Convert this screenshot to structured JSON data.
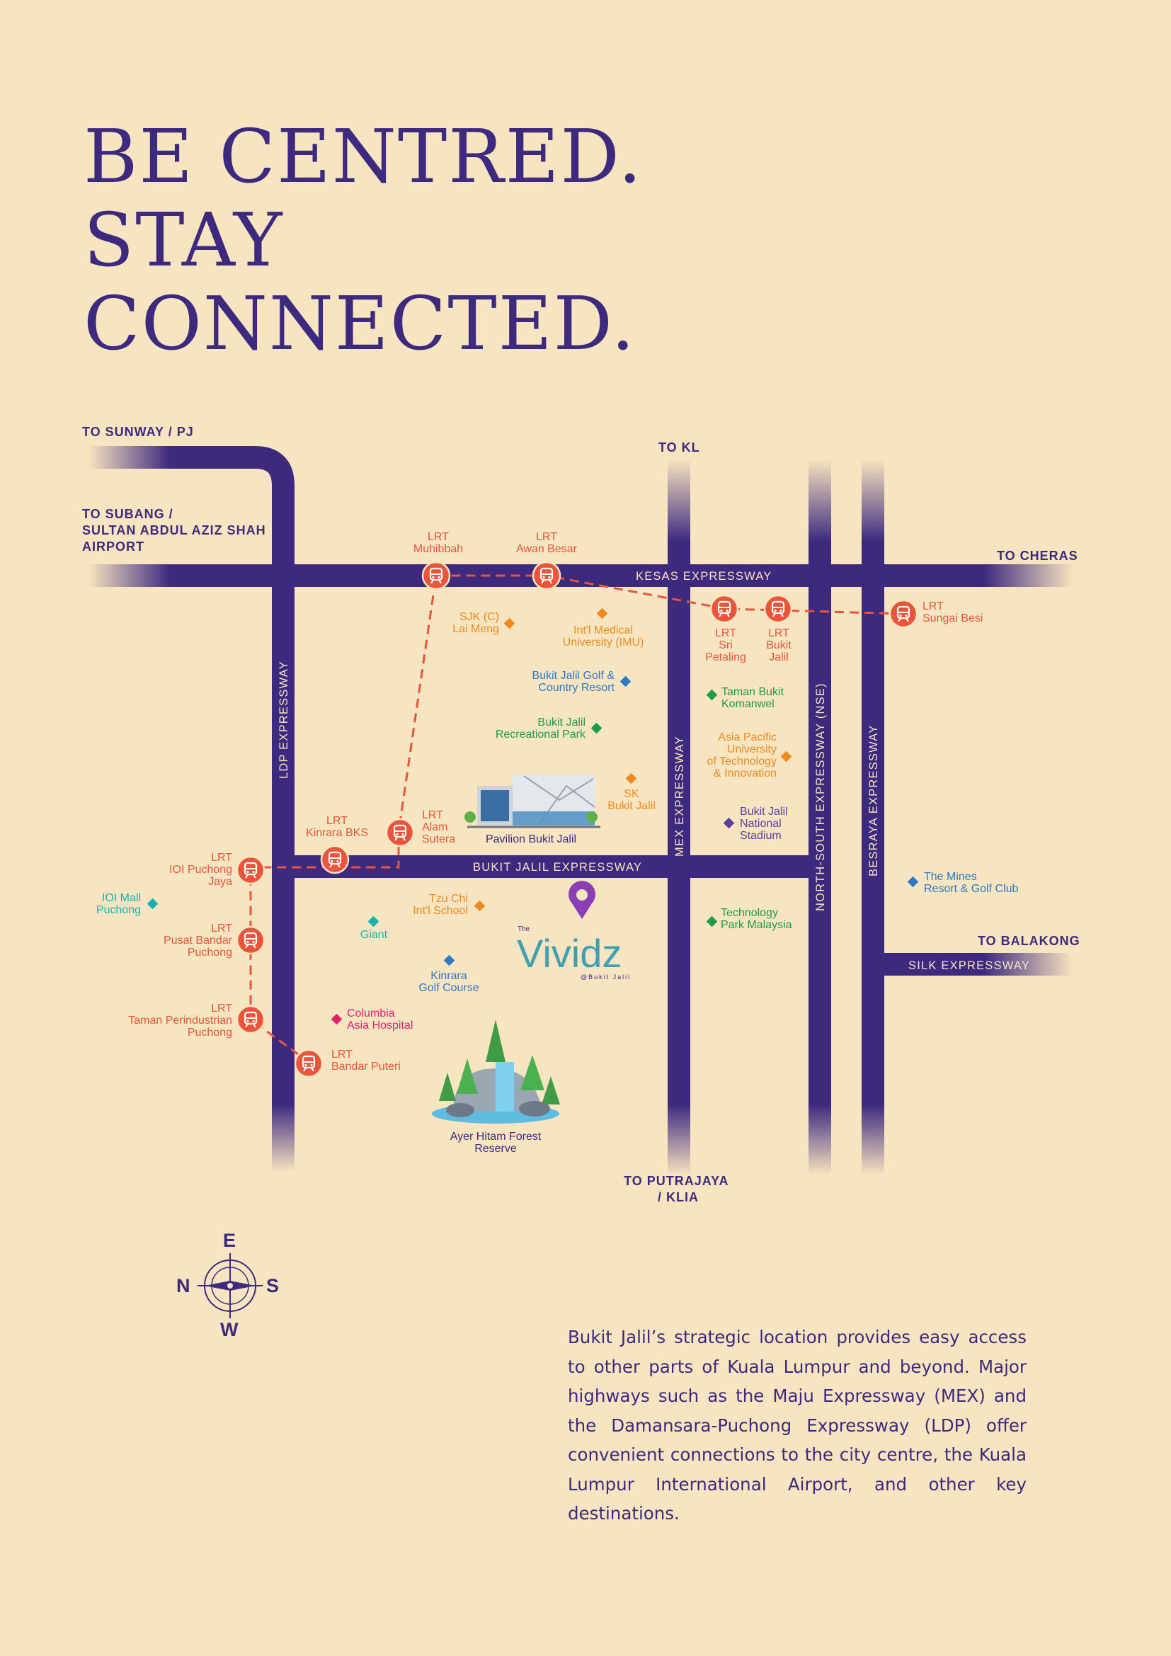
{
  "headline": {
    "line1": "BE CENTRED.",
    "line2": "STAY",
    "line3": "CONNECTED."
  },
  "colors": {
    "background": "#f7e4c0",
    "road": "#3d2a7f",
    "lrt": "#e8553b",
    "orange_poi": "#ee8a1f",
    "blue_poi": "#2f78c4",
    "green_poi": "#1f9a4a",
    "purple_poi": "#5b3f9e",
    "teal_poi": "#17b2b0",
    "pink_poi": "#e1236f"
  },
  "map": {
    "directions": {
      "sunway": "TO SUNWAY / PJ",
      "subang": [
        "TO SUBANG /",
        "SULTAN ABDUL AZIZ SHAH",
        "AIRPORT"
      ],
      "kl": "TO KL",
      "cheras": "TO CHERAS",
      "balakong": "TO BALAKONG",
      "putrajaya": [
        "TO PUTRAJAYA",
        "/ KLIA"
      ]
    },
    "roads": {
      "kesas": "KESAS EXPRESSWAY",
      "bukit_jalil": "BUKIT JALIL EXPRESSWAY",
      "silk": "SILK EXPRESSWAY",
      "ldp": "LDP EXPRESSWAY",
      "mex": "MEX EXPRESSWAY",
      "nse": "NORTH-SOUTH EXPRESSWAY (NSE)",
      "besraya": "BESRAYA EXPRESSWAY"
    },
    "lrt_stations": {
      "muhibbah": [
        "LRT",
        "Muhibbah"
      ],
      "awan_besar": [
        "LRT",
        "Awan Besar"
      ],
      "sri_petaling": [
        "LRT",
        "Sri",
        "Petaling"
      ],
      "bukit_jalil": [
        "LRT",
        "Bukit",
        "Jalil"
      ],
      "sungai_besi": [
        "LRT",
        "Sungai Besi"
      ],
      "kinrara_bks": [
        "LRT",
        "Kinrara BKS"
      ],
      "alam_sutera": [
        "LRT",
        "Alam",
        "Sutera"
      ],
      "ioi_puchong_jaya": [
        "LRT",
        "IOI Puchong",
        "Jaya"
      ],
      "pusat_bandar_puchong": [
        "LRT",
        "Pusat Bandar",
        "Puchong"
      ],
      "taman_perindustrian_puchong": [
        "LRT",
        "Taman Perindustrian",
        "Puchong"
      ],
      "bandar_puteri": [
        "LRT",
        "Bandar Puteri"
      ]
    },
    "poi": {
      "sjk": [
        "SJK (C)",
        "Lai Meng"
      ],
      "imu": [
        "Int'l Medical",
        "University (IMU)"
      ],
      "golf": [
        "Bukit Jalil Golf &",
        "Country Resort"
      ],
      "recpark": [
        "Bukit Jalil",
        "Recreational Park"
      ],
      "sk": [
        "SK",
        "Bukit Jalil"
      ],
      "komanwel": [
        "Taman Bukit",
        "Komanwel"
      ],
      "apu": [
        "Asia Pacific",
        "University",
        "of Technology",
        "& Innovation"
      ],
      "stadium": [
        "Bukit Jalil",
        "National",
        "Stadium"
      ],
      "mines": [
        "The Mines",
        "Resort & Golf Club"
      ],
      "tpm": [
        "Technology",
        "Park Malaysia"
      ],
      "ioi_mall": [
        "IOI Mall",
        "Puchong"
      ],
      "tzu_chi": [
        "Tzu Chi",
        "Int'l School"
      ],
      "giant": "Giant",
      "kinrara_golf": [
        "Kinrara",
        "Golf Course"
      ],
      "columbia": [
        "Columbia",
        "Asia Hospital"
      ],
      "ayer_hitam": [
        "Ayer Hitam Forest",
        "Reserve"
      ],
      "pavilion": "Pavilion Bukit Jalil"
    },
    "project": {
      "prefix": "The",
      "name": "Vividz",
      "suffix": "@Bukit Jalil"
    }
  },
  "compass": {
    "e": "E",
    "n": "N",
    "s": "S",
    "w": "W"
  },
  "description": "Bukit Jalil’s strategic location provides easy access to other parts of Kuala Lumpur and beyond. Major highways such as the Maju Expressway (MEX) and the Damansara-Puchong Expressway (LDP) offer convenient connections to the city centre, the Kuala Lumpur International Airport, and other key destinations."
}
